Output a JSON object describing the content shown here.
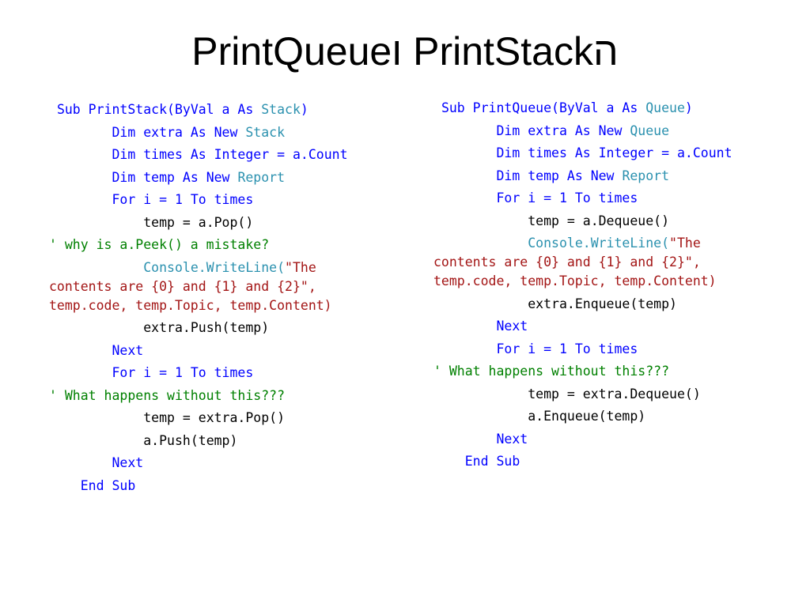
{
  "slide": {
    "title": "PrintQueueו PrintStackה",
    "colors": {
      "keyword": "#0000ff",
      "type": "#2b91af",
      "plain": "#000000",
      "string": "#a31515",
      "comment": "#008000"
    }
  },
  "left_code": {
    "lines": [
      {
        "indent": 1,
        "tokens": [
          {
            "t": "Sub PrintStack(ByVal a As ",
            "c": "keyword"
          },
          {
            "t": "Stack",
            "c": "type"
          },
          {
            "t": ")",
            "c": "keyword"
          }
        ]
      },
      {
        "indent": 8,
        "tokens": [
          {
            "t": "Dim extra As New ",
            "c": "keyword"
          },
          {
            "t": "Stack",
            "c": "type"
          }
        ]
      },
      {
        "indent": 8,
        "tokens": [
          {
            "t": "Dim times As Integer = a.Count",
            "c": "keyword"
          }
        ]
      },
      {
        "indent": 8,
        "tokens": [
          {
            "t": "Dim temp As New ",
            "c": "keyword"
          },
          {
            "t": "Report",
            "c": "type"
          }
        ]
      },
      {
        "indent": 8,
        "tokens": [
          {
            "t": "For i = 1 To times",
            "c": "keyword"
          }
        ]
      },
      {
        "indent": 12,
        "tokens": [
          {
            "t": "temp = a.Pop()",
            "c": "plain"
          }
        ]
      },
      {
        "indent": 0,
        "tokens": [
          {
            "t": "' why is a.Peek() a mistake?",
            "c": "comment"
          }
        ]
      },
      {
        "indent": 12,
        "tokens": [
          {
            "t": "Console.WriteLine(",
            "c": "type"
          },
          {
            "t": "\"The contents are {0} and {1} and {2}\", temp.code, temp.Topic, temp.Content)",
            "c": "string"
          }
        ]
      },
      {
        "indent": 12,
        "tokens": [
          {
            "t": "extra.Push(temp)",
            "c": "plain"
          }
        ]
      },
      {
        "indent": 8,
        "tokens": [
          {
            "t": "Next",
            "c": "keyword"
          }
        ]
      },
      {
        "indent": 8,
        "tokens": [
          {
            "t": "For i = 1 To times",
            "c": "keyword"
          }
        ]
      },
      {
        "indent": 0,
        "tokens": [
          {
            "t": "' What happens without this???",
            "c": "comment"
          }
        ]
      },
      {
        "indent": 12,
        "tokens": [
          {
            "t": "temp = extra.Pop()",
            "c": "plain"
          }
        ]
      },
      {
        "indent": 12,
        "tokens": [
          {
            "t": "a.Push(temp)",
            "c": "plain"
          }
        ]
      },
      {
        "indent": 8,
        "tokens": [
          {
            "t": "Next",
            "c": "keyword"
          }
        ]
      },
      {
        "indent": 4,
        "tokens": [
          {
            "t": "End Sub",
            "c": "keyword"
          }
        ]
      }
    ]
  },
  "right_code": {
    "lines": [
      {
        "indent": 1,
        "tokens": [
          {
            "t": "Sub PrintQueue(ByVal a As ",
            "c": "keyword"
          },
          {
            "t": "Queue",
            "c": "type"
          },
          {
            "t": ")",
            "c": "keyword"
          }
        ]
      },
      {
        "indent": 8,
        "tokens": [
          {
            "t": "Dim extra As New ",
            "c": "keyword"
          },
          {
            "t": "Queue",
            "c": "type"
          }
        ]
      },
      {
        "indent": 8,
        "tokens": [
          {
            "t": "Dim times As Integer = a.Count",
            "c": "keyword"
          }
        ]
      },
      {
        "indent": 8,
        "tokens": [
          {
            "t": "Dim temp As New ",
            "c": "keyword"
          },
          {
            "t": "Report",
            "c": "type"
          }
        ]
      },
      {
        "indent": 8,
        "tokens": [
          {
            "t": "For i = 1 To times",
            "c": "keyword"
          }
        ]
      },
      {
        "indent": 12,
        "tokens": [
          {
            "t": "temp = a.Dequeue()",
            "c": "plain"
          }
        ]
      },
      {
        "indent": 12,
        "tokens": [
          {
            "t": "Console.WriteLine(",
            "c": "type"
          },
          {
            "t": "\"The contents are {0} and {1} and {2}\", temp.code, temp.Topic, temp.Content)",
            "c": "string"
          }
        ]
      },
      {
        "indent": 12,
        "tokens": [
          {
            "t": "extra.Enqueue(temp)",
            "c": "plain"
          }
        ]
      },
      {
        "indent": 8,
        "tokens": [
          {
            "t": "Next",
            "c": "keyword"
          }
        ]
      },
      {
        "indent": 8,
        "tokens": [
          {
            "t": "For i = 1 To times",
            "c": "keyword"
          }
        ]
      },
      {
        "indent": 0,
        "tokens": [
          {
            "t": "' What happens without this???",
            "c": "comment"
          }
        ]
      },
      {
        "indent": 12,
        "tokens": [
          {
            "t": "temp = extra.Dequeue()",
            "c": "plain"
          }
        ]
      },
      {
        "indent": 12,
        "tokens": [
          {
            "t": "a.Enqueue(temp)",
            "c": "plain"
          }
        ]
      },
      {
        "indent": 8,
        "tokens": [
          {
            "t": "Next",
            "c": "keyword"
          }
        ]
      },
      {
        "indent": 4,
        "tokens": [
          {
            "t": "End Sub",
            "c": "keyword"
          }
        ]
      }
    ]
  }
}
